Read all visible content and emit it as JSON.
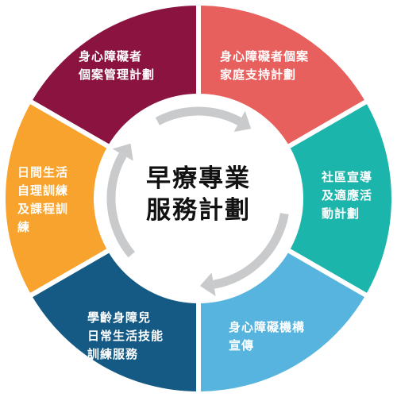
{
  "center": {
    "title": "早療專業\n服務計劃"
  },
  "segments": [
    {
      "id": "case-plan",
      "label": "身心障礙者\n個案管理計劃",
      "color": "#8a1340"
    },
    {
      "id": "family-support",
      "label": "身心障礙者個案\n家庭支持計劃",
      "color": "#e8605e"
    },
    {
      "id": "community-advocacy",
      "label": "社區宣導\n及適應活\n動計劃",
      "color": "#1cb5ac"
    },
    {
      "id": "agency-promotion",
      "label": "身心障礙機構\n宣傳",
      "color": "#56b4de"
    },
    {
      "id": "school-age-training",
      "label": "學齡身障兒\n日常生活技能\n訓練服務",
      "color": "#155a84"
    },
    {
      "id": "day-living-training",
      "label": "日間生活\n自理訓練\n及課程訓\n練",
      "color": "#f8a32d"
    }
  ],
  "colors": {
    "arrow": "#c9cacb",
    "background": "#ffffff",
    "center_text": "#111111"
  }
}
